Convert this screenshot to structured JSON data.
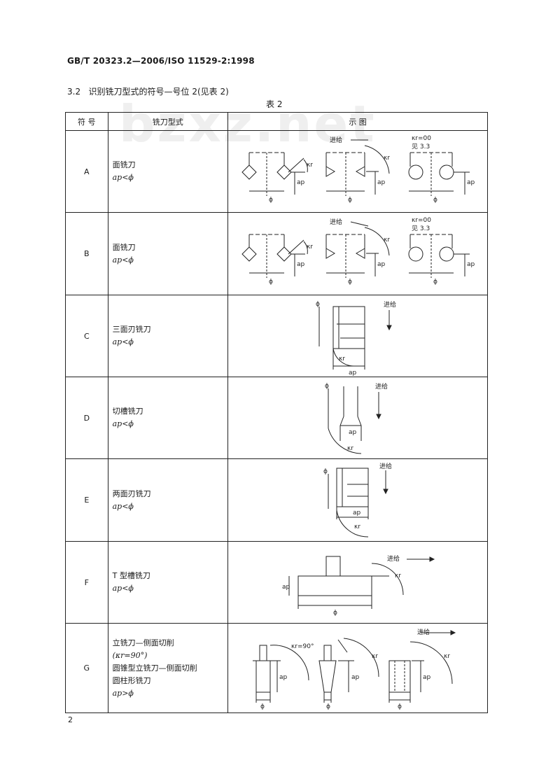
{
  "header": {
    "standard": "GB/T 20323.2—2006/ISO 11529-2:1998"
  },
  "watermark": "bzxz.net",
  "section": {
    "number": "3.2",
    "title": "识别铣刀型式的符号—号位 2(见表 2)"
  },
  "table": {
    "caption": "表 2",
    "columns": [
      "符 号",
      "铣刀型式",
      "示 图"
    ],
    "rows": [
      {
        "symbol": "A",
        "type_lines": [
          "面铣刀",
          "ap<ϕ"
        ]
      },
      {
        "symbol": "B",
        "type_lines": [
          "面铣刀",
          "ap<ϕ"
        ]
      },
      {
        "symbol": "C",
        "type_lines": [
          "三面刃铣刀",
          "ap<ϕ"
        ]
      },
      {
        "symbol": "D",
        "type_lines": [
          "切槽铣刀",
          "ap<ϕ"
        ]
      },
      {
        "symbol": "E",
        "type_lines": [
          "两面刃铣刀",
          "ap<ϕ"
        ]
      },
      {
        "symbol": "F",
        "type_lines": [
          "T 型槽铣刀",
          "ap<ϕ"
        ]
      },
      {
        "symbol": "G",
        "type_lines": [
          "立铣刀—侧面切削",
          "(κr=90°)",
          "圆锥型立铣刀—侧面切削",
          "圆柱形铣刀",
          "ap>ϕ"
        ]
      }
    ]
  },
  "figure_labels": {
    "feed": "进给",
    "kr": "κr",
    "kr00": "κr=00",
    "see33": "见 3.3",
    "phi": "ϕ",
    "ap": "ap",
    "kr90": "κr=90°"
  },
  "page_number": "2"
}
